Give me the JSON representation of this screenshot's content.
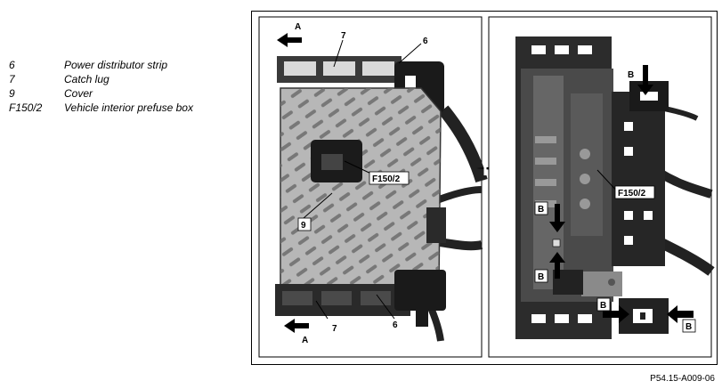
{
  "legend": [
    {
      "code": "6",
      "text": "Power distributor strip"
    },
    {
      "code": "7",
      "text": "Catch lug"
    },
    {
      "code": "9",
      "text": "Cover"
    },
    {
      "code": "F150/2",
      "text": "Vehicle interior prefuse box"
    }
  ],
  "labels": {
    "a_top": "A",
    "a_bottom": "A",
    "seven_top": "7",
    "six_top": "6",
    "seven_bottom": "7",
    "six_bottom": "6",
    "nine": "9",
    "f150_left": "F150/2",
    "f150_right": "F150/2",
    "b_top": "B",
    "b_mid_up": "B",
    "b_mid_down": "B",
    "b_bottom_left": "B",
    "b_bottom_right": "B"
  },
  "reference_code": "P54.15-A009-06"
}
